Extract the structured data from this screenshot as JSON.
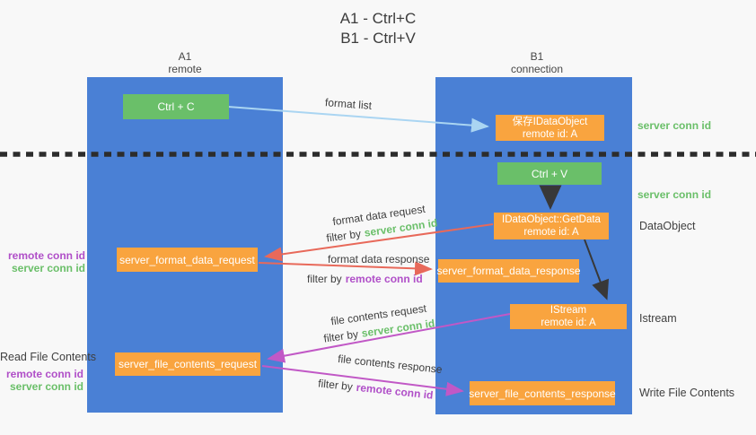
{
  "title": {
    "line1": "A1 - Ctrl+C",
    "line2": "B1 - Ctrl+V"
  },
  "columns": {
    "a1": {
      "name": "A1",
      "subtitle": "remote"
    },
    "b1": {
      "name": "B1",
      "subtitle": "connection"
    }
  },
  "nodes": {
    "ctrl_c": {
      "label": "Ctrl + C"
    },
    "ctrl_v": {
      "label": "Ctrl + V"
    },
    "save_idataobject": {
      "line1": "保存IDataObject",
      "line2": "remote id: A"
    },
    "getdata": {
      "line1": "IDataObject::GetData",
      "line2": "remote id: A"
    },
    "istream": {
      "line1": "IStream",
      "line2": "remote id: A"
    },
    "server_format_data_request": {
      "label": "server_format_data_request"
    },
    "server_format_data_response": {
      "label": "server_format_data_response"
    },
    "server_file_contents_request": {
      "label": "server_file_contents_request"
    },
    "server_file_contents_response": {
      "label": "server_file_contents_response"
    }
  },
  "annotations": {
    "format_list": "format list",
    "format_data_request": "format data request",
    "format_data_response": "format data response",
    "file_contents_request": "file contents request",
    "file_contents_response": "file contents response",
    "filter_by": "filter by",
    "server_conn_id": "server conn id",
    "remote_conn_id": "remote conn id"
  },
  "side_labels": {
    "server_conn_id_top_right": "server conn id",
    "server_conn_id_mid_right": "server conn id",
    "dataobject": "DataObject",
    "istream": "Istream",
    "write_file_contents": "Write File Contents",
    "read_file_contents": "Read File Contents",
    "remote_conn_id_left_top": "remote conn id",
    "server_conn_id_left_top": "server conn id",
    "remote_conn_id_left_bottom": "remote conn id",
    "server_conn_id_left_bottom": "server conn id"
  },
  "colors": {
    "background": "#f8f8f8",
    "column_blue": "#4a80d5",
    "node_green": "#6abf69",
    "node_orange": "#f9a43f",
    "arrow_red": "#e8695a",
    "arrow_magenta": "#c158c6",
    "arrow_lightblue": "#aad5f2",
    "arrow_black": "#383838",
    "text_green": "#6abf69",
    "text_purple": "#b04fc8"
  }
}
